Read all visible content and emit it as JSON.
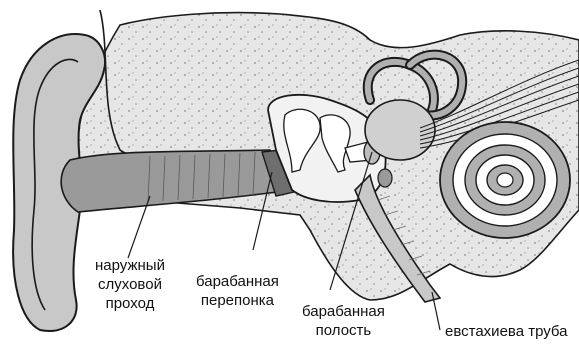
{
  "labels": {
    "ear_canal": [
      "наружный",
      "слуховой",
      "проход"
    ],
    "eardrum": [
      "барабанная",
      "перепонка"
    ],
    "tympanic_cavity": [
      "барабанная",
      "полость"
    ],
    "eustachian_tube": [
      "евстахиева труба"
    ]
  },
  "colors": {
    "outline": "#1a1a1a",
    "bone": "#e6e6e6",
    "bone_dots": "#8a8a8a",
    "skin": "#c8c8c8",
    "canal": "#9a9a9a",
    "cavity": "#f2f2f2",
    "cochlea": "#b0b0b0",
    "background": "#ffffff"
  }
}
